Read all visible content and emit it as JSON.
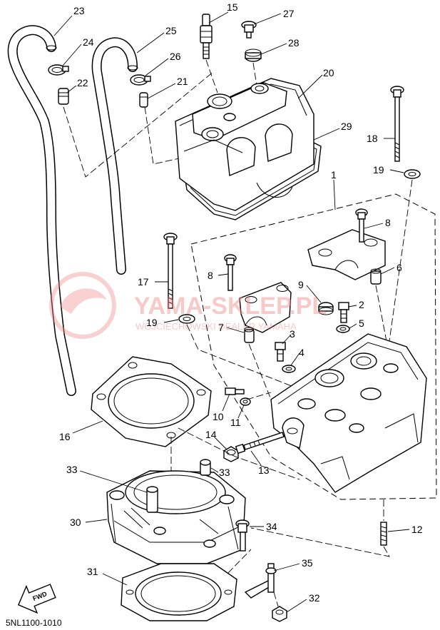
{
  "diagram_code": "5NL1100-1010",
  "watermark": {
    "title": "YAMA-SKLEP.PL",
    "subtitle": "WOJCIECHOWSKI DEALER YAMAHA"
  },
  "fwd_label": "FWD",
  "callouts": [
    {
      "id": "c23",
      "label": "23"
    },
    {
      "id": "c15",
      "label": "15"
    },
    {
      "id": "c27",
      "label": "27"
    },
    {
      "id": "c24",
      "label": "24"
    },
    {
      "id": "c25",
      "label": "25"
    },
    {
      "id": "c28",
      "label": "28"
    },
    {
      "id": "c26",
      "label": "26"
    },
    {
      "id": "c20",
      "label": "20"
    },
    {
      "id": "c22",
      "label": "22"
    },
    {
      "id": "c21",
      "label": "21"
    },
    {
      "id": "c29",
      "label": "29"
    },
    {
      "id": "c18",
      "label": "18"
    },
    {
      "id": "c19a",
      "label": "19"
    },
    {
      "id": "c1",
      "label": "1"
    },
    {
      "id": "c8a",
      "label": "8"
    },
    {
      "id": "c6",
      "label": "6"
    },
    {
      "id": "c8b",
      "label": "8"
    },
    {
      "id": "c17",
      "label": "17"
    },
    {
      "id": "c9",
      "label": "9"
    },
    {
      "id": "c2",
      "label": "2"
    },
    {
      "id": "c19b",
      "label": "19"
    },
    {
      "id": "c7",
      "label": "7"
    },
    {
      "id": "c5",
      "label": "5"
    },
    {
      "id": "c3",
      "label": "3"
    },
    {
      "id": "c4",
      "label": "4"
    },
    {
      "id": "c10",
      "label": "10"
    },
    {
      "id": "c11",
      "label": "11"
    },
    {
      "id": "c16",
      "label": "16"
    },
    {
      "id": "c14",
      "label": "14"
    },
    {
      "id": "c13",
      "label": "13"
    },
    {
      "id": "c33a",
      "label": "33"
    },
    {
      "id": "c33b",
      "label": "33"
    },
    {
      "id": "c30",
      "label": "30"
    },
    {
      "id": "c34",
      "label": "34"
    },
    {
      "id": "c12",
      "label": "12"
    },
    {
      "id": "c35",
      "label": "35"
    },
    {
      "id": "c31",
      "label": "31"
    },
    {
      "id": "c32",
      "label": "32"
    }
  ]
}
